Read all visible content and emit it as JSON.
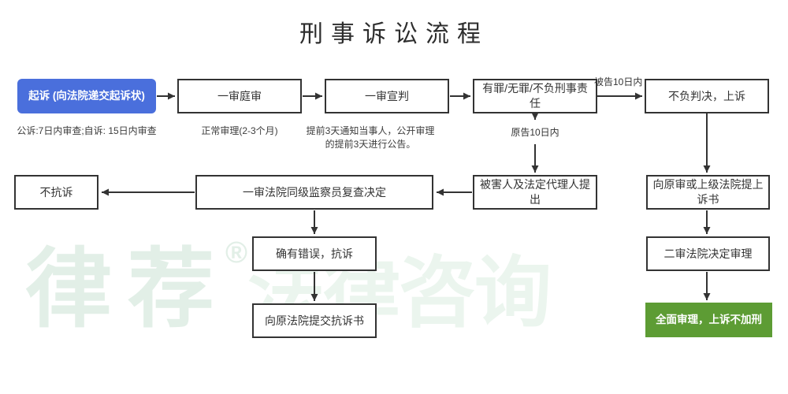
{
  "title": "刑事诉讼流程",
  "watermark": {
    "brand": "律荐",
    "reg": "®",
    "suffix": "法律咨询"
  },
  "colors": {
    "accent_blue": "#4a6fdc",
    "accent_green": "#5d9c34",
    "border": "#333333",
    "watermark_green": "#e2efe7"
  },
  "nodes": {
    "file_suit": {
      "label": "起诉 (向法院递交起诉状)"
    },
    "hearing": {
      "label": "一审庭审"
    },
    "judgment": {
      "label": "一审宣判"
    },
    "verdict": {
      "label": "有罪/无罪/不负刑事责任"
    },
    "appeal": {
      "label": "不负判决，上诉"
    },
    "submit_appeal": {
      "label": "向原审或上级法院提上诉书"
    },
    "second_court": {
      "label": "二审法院决定审理"
    },
    "full_review": {
      "label": "全面审理，上诉不加刑"
    },
    "victim": {
      "label": "被害人及法定代理人提出"
    },
    "review": {
      "label": "一审法院同级监察员复查决定"
    },
    "no_protest": {
      "label": "不抗诉"
    },
    "protest": {
      "label": "确有错误，抗诉"
    },
    "submit_protest": {
      "label": "向原法院提交抗诉书"
    }
  },
  "notes": {
    "file_suit": "公诉:7日内审查;自诉: 15日内审查",
    "hearing": "正常审理(2-3个月)",
    "judgment_line1": "提前3天通知当事人，公开审理",
    "judgment_line2": "的提前3天进行公告。"
  },
  "edge_labels": {
    "defendant_deadline": "被告10日内",
    "plaintiff_deadline": "原告10日内"
  }
}
